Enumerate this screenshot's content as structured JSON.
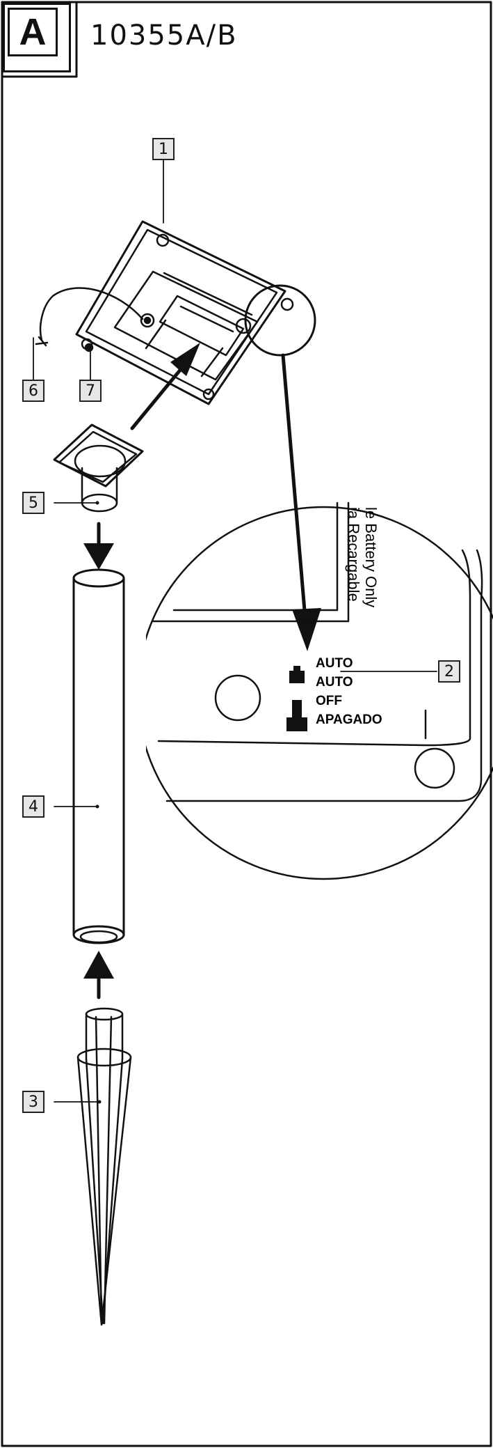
{
  "header": {
    "section_letter": "A",
    "model_number": "10355A/B"
  },
  "callouts": [
    "1",
    "2",
    "3",
    "4",
    "5",
    "6",
    "7"
  ],
  "detail": {
    "battery_text_line1": "le Battery Only",
    "battery_text_line2": "ia Recargable",
    "switch_labels": [
      "AUTO",
      "AUTO",
      "OFF",
      "APAGADO"
    ]
  },
  "colors": {
    "line": "#111111",
    "callout_fill": "#e6e6e6"
  }
}
